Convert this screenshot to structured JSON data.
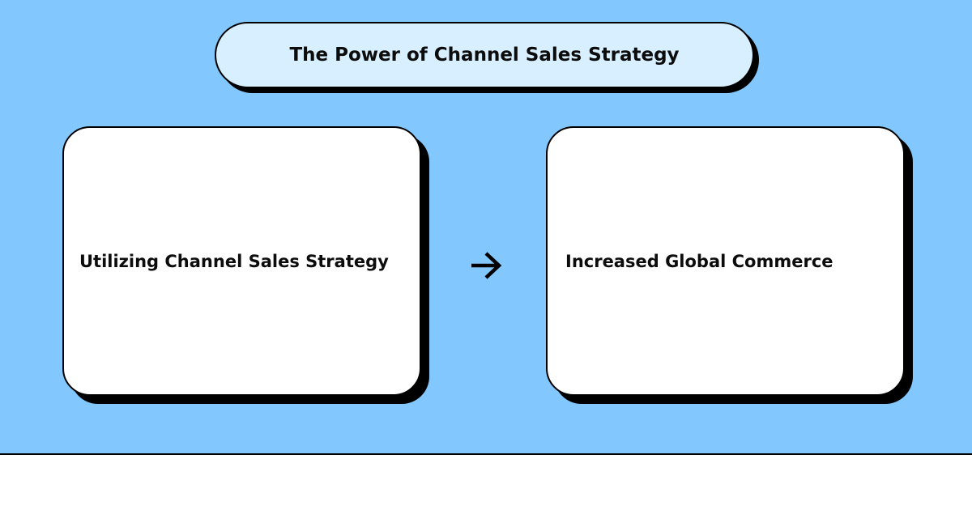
{
  "diagram": {
    "title": "The Power of Channel Sales Strategy",
    "nodes": [
      {
        "id": "cause",
        "label": "Utilizing Channel Sales Strategy"
      },
      {
        "id": "effect",
        "label": "Increased Global Commerce"
      }
    ],
    "edges": [
      {
        "from": "cause",
        "to": "effect",
        "icon": "arrow-right-icon"
      }
    ]
  },
  "colors": {
    "background": "#82c8ff",
    "title_fill": "#d7efff",
    "card_fill": "#ffffff",
    "outline": "#000000"
  }
}
